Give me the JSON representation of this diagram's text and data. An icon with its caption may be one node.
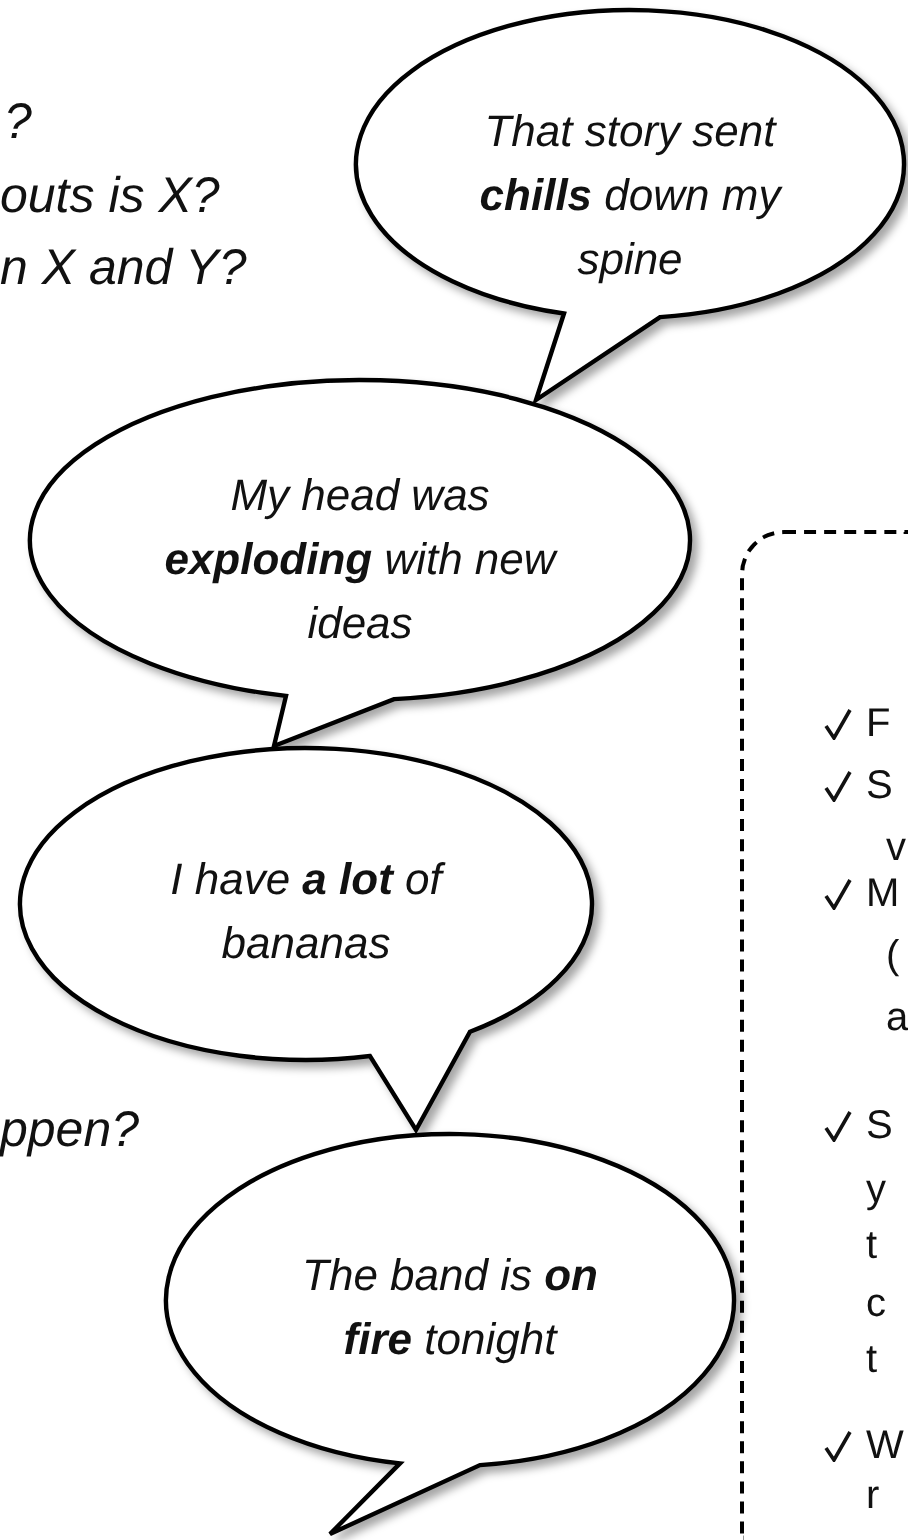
{
  "diagram": {
    "nodes": [
      {
        "text": [
          "That story sent **chills** down my spine"
        ]
      },
      {
        "text": [
          "My head was **exploding** with new ideas"
        ]
      },
      {
        "text": [
          "I have **a lot** of bananas"
        ]
      },
      {
        "text": [
          "The band is **on fire** tonight"
        ]
      },
      {
        "text": [
          "F",
          "S",
          "v",
          "M",
          "(",
          "a",
          "S",
          "y",
          "t",
          "c",
          "t",
          "W",
          "r"
        ]
      }
    ],
    "edges": [],
    "labels": [
      "?",
      "outs is X?",
      "n X and Y?",
      "ppen?"
    ]
  }
}
